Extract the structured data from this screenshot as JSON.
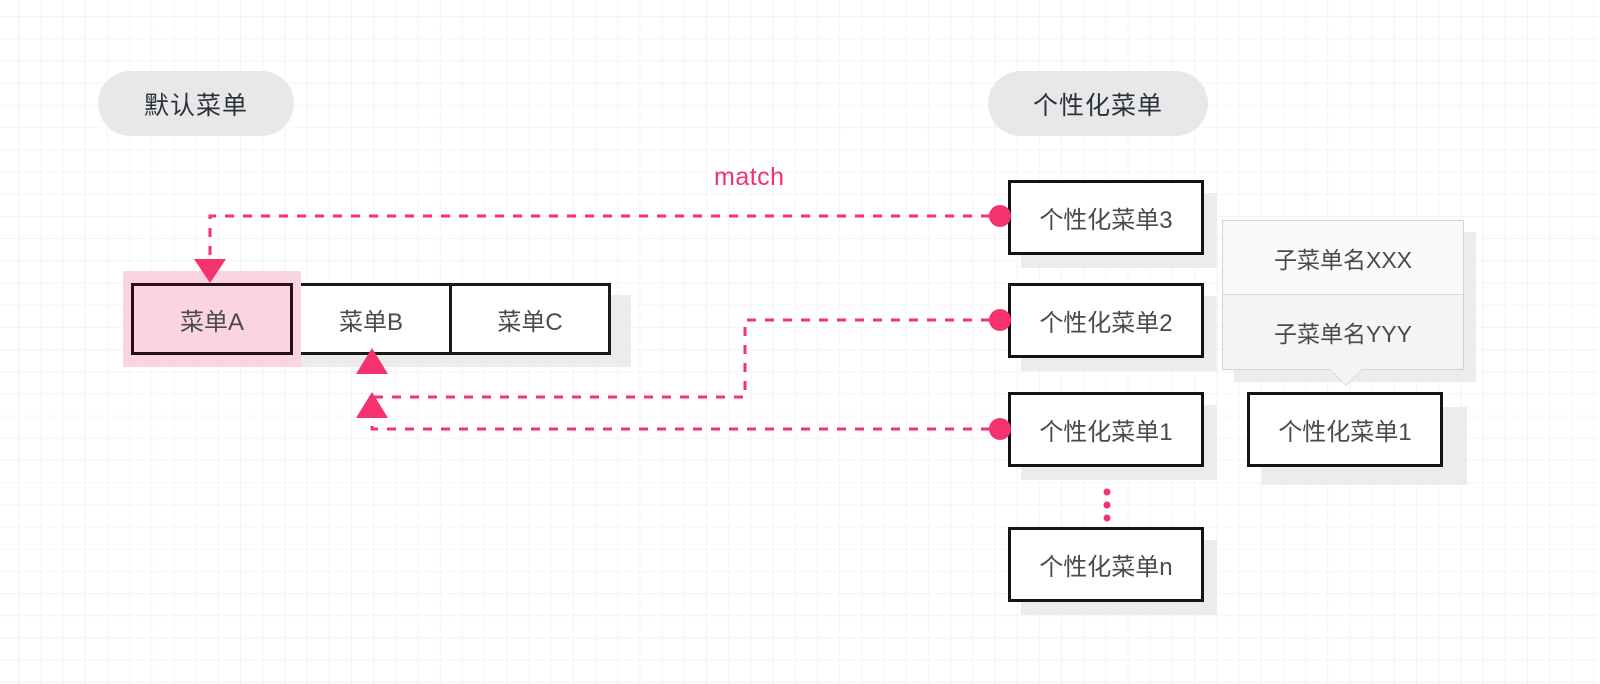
{
  "diagram": {
    "title": "default-vs-personalized-menu-match",
    "accent_color": "#f5326e",
    "highlight_color": "#fbd4e2",
    "box_border_color": "#141414",
    "shadow_color": "#ececec",
    "pill_bg": "#e8e8e8"
  },
  "left": {
    "pill_label": "默认菜单",
    "menu_items": [
      {
        "label": "菜单A",
        "selected": true
      },
      {
        "label": "菜单B",
        "selected": false
      },
      {
        "label": "菜单C",
        "selected": false
      }
    ]
  },
  "right": {
    "pill_label": "个性化菜单",
    "items": [
      {
        "label": "个性化菜单3"
      },
      {
        "label": "个性化菜单2"
      },
      {
        "label": "个性化菜单1"
      },
      {
        "label": "个性化菜单n"
      }
    ],
    "ellipsis": "⋮"
  },
  "submenu": {
    "parent_label": "个性化菜单1",
    "items": [
      {
        "label": "子菜单名XXX"
      },
      {
        "label": "子菜单名YYY"
      }
    ]
  },
  "annotations": {
    "match_label": "match"
  }
}
